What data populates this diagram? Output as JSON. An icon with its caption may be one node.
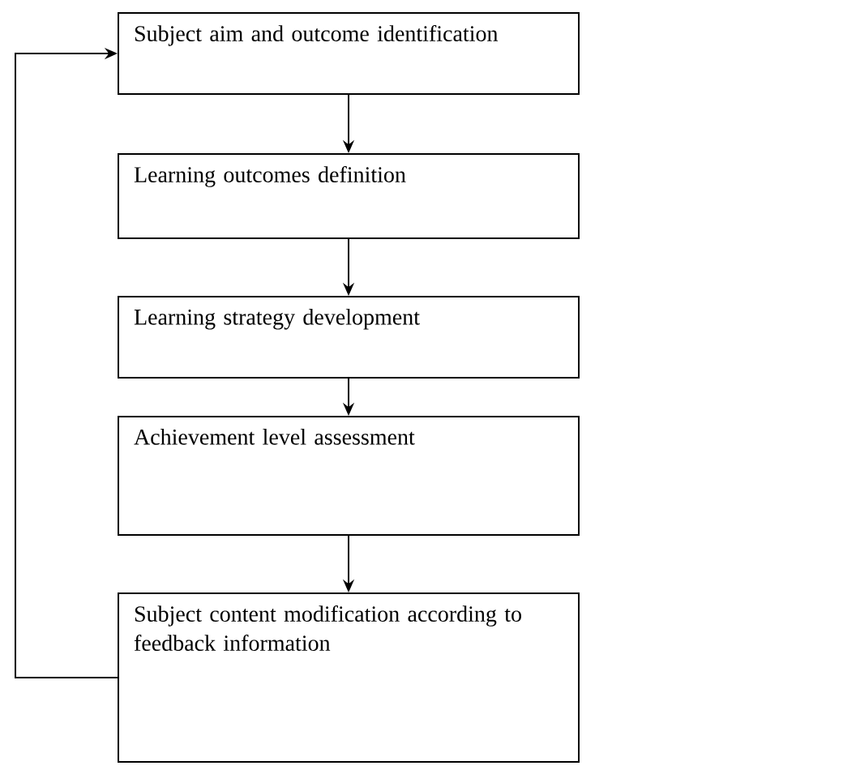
{
  "diagram": {
    "nodes": [
      {
        "text": [
          "Subject aim and outcome identification"
        ]
      },
      {
        "text": [
          "Learning outcomes definition"
        ]
      },
      {
        "text": [
          "Learning strategy development"
        ]
      },
      {
        "text": [
          "Achievement level assessment"
        ]
      },
      {
        "text": [
          "Subject content modification according to feedback information"
        ]
      }
    ],
    "edges": [
      {
        "from": 0,
        "to": 1,
        "arrow": "to"
      },
      {
        "from": 1,
        "to": 2,
        "arrow": "to"
      },
      {
        "from": 2,
        "to": 3,
        "arrow": "to"
      },
      {
        "from": 3,
        "to": 4,
        "arrow": "to"
      },
      {
        "from": 4,
        "to": 0,
        "arrow": "to"
      }
    ]
  }
}
